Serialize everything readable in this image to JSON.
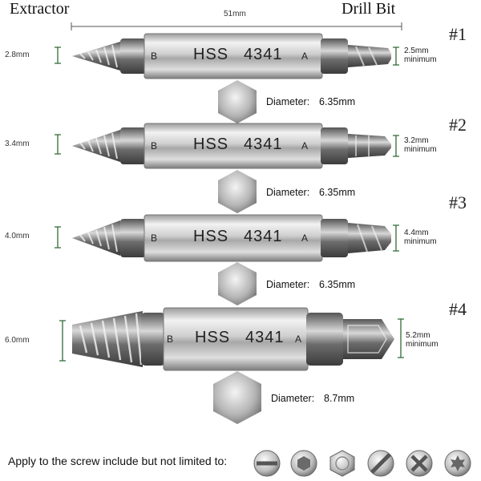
{
  "headers": {
    "left": "Extractor",
    "right": "Drill Bit",
    "length": "51mm"
  },
  "bits": [
    {
      "number": "#1",
      "left_dim": "2.8mm",
      "right_dim": "2.5mm",
      "minimum": "minimum",
      "label_b": "B",
      "label_a": "A",
      "brand": "HSS",
      "model": "4341",
      "diameter_label": "Diameter:",
      "diameter_value": "6.35mm"
    },
    {
      "number": "#2",
      "left_dim": "3.4mm",
      "right_dim": "3.2mm",
      "minimum": "minimum",
      "label_b": "B",
      "label_a": "A",
      "brand": "HSS",
      "model": "4341",
      "diameter_label": "Diameter:",
      "diameter_value": "6.35mm"
    },
    {
      "number": "#3",
      "left_dim": "4.0mm",
      "right_dim": "4.4mm",
      "minimum": "minimum",
      "label_b": "B",
      "label_a": "A",
      "brand": "HSS",
      "model": "4341",
      "diameter_label": "Diameter:",
      "diameter_value": "6.35mm"
    },
    {
      "number": "#4",
      "left_dim": "6.0mm",
      "right_dim": "5.2mm",
      "minimum": "minimum",
      "label_b": "B",
      "label_a": "A",
      "brand": "HSS",
      "model": "4341",
      "diameter_label": "Diameter:",
      "diameter_value": "8.7mm"
    }
  ],
  "footer": {
    "text": "Apply to the screw include but not limited to:",
    "screw_heads": [
      "slotted-head-icon",
      "hex-socket-head-icon",
      "hex-bolt-head-icon",
      "slotted-flat-head-icon",
      "phillips-head-icon",
      "torx-head-icon"
    ]
  },
  "colors": {
    "dimension_green": "#2f6b35",
    "steel_light": "#e4e4e4",
    "steel_dark": "#7a7a7a"
  }
}
